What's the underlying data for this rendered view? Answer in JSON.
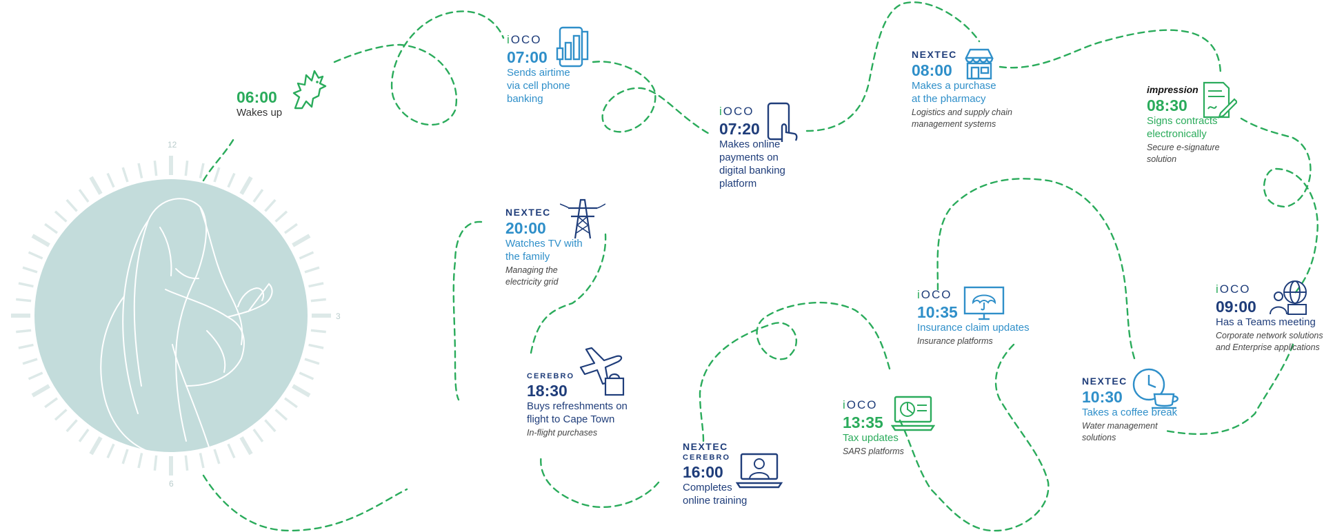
{
  "colors": {
    "path": "#2aab5b",
    "green": "#2aab5b",
    "light_blue": "#2f8fc9",
    "navy": "#1f3d7a",
    "clock_face": "#c3dcdb",
    "clock_ticks": "#dde9e8"
  },
  "clock": {
    "numbers": [
      "12",
      "3",
      "6"
    ]
  },
  "events": [
    {
      "id": "e0600",
      "time": "06:00",
      "activity": "Wakes up",
      "logo": "",
      "icon": "rooster-icon"
    },
    {
      "id": "e0700",
      "time": "07:00",
      "activity": "Sends airtime\nvia cell phone\nbanking",
      "logo": "iOCO",
      "icon": "phone-chart-icon"
    },
    {
      "id": "e0720",
      "time": "07:20",
      "activity": "Makes online\npayments on\ndigital banking\nplatform",
      "logo": "iOCO",
      "icon": "phone-touch-icon"
    },
    {
      "id": "e0800",
      "time": "08:00",
      "activity": "Makes a purchase\nat the pharmacy",
      "detail": "Logistics and supply chain\nmanagement systems",
      "logo": "NEXTEC",
      "icon": "storefront-icon"
    },
    {
      "id": "e0830",
      "time": "08:30",
      "activity": "Signs contracts\nelectronically",
      "detail": "Secure e-signature\nsolution",
      "logo": "impression",
      "icon": "contract-signature-icon"
    },
    {
      "id": "e0900",
      "time": "09:00",
      "activity": "Has a Teams meeting",
      "detail": "Corporate network solutions\nand Enterprise applications",
      "logo": "iOCO",
      "icon": "globe-meeting-icon"
    },
    {
      "id": "e1030",
      "time": "10:30",
      "activity": "Takes a coffee break",
      "detail": "Water management\nsolutions",
      "logo": "NEXTEC",
      "icon": "clock-coffee-icon"
    },
    {
      "id": "e1035",
      "time": "10:35",
      "activity": "Insurance claim updates",
      "detail": "Insurance platforms",
      "logo": "iOCO",
      "icon": "monitor-umbrella-icon"
    },
    {
      "id": "e1335",
      "time": "13:35",
      "activity": "Tax updates",
      "detail": "SARS platforms",
      "logo": "iOCO",
      "icon": "laptop-piechart-icon"
    },
    {
      "id": "e1600",
      "time": "16:00",
      "activity": "Completes\nonline training",
      "logo": "NEXTEC",
      "logo2": "CEREBRO",
      "icon": "laptop-person-icon"
    },
    {
      "id": "e1830",
      "time": "18:30",
      "activity": "Buys refreshments on\nflight to Cape Town",
      "detail": "In-flight purchases",
      "logo": "CEREBRO",
      "icon": "airplane-bag-icon"
    },
    {
      "id": "e2000",
      "time": "20:00",
      "activity": "Watches TV with\nthe family",
      "detail": "Managing the\nelectricity grid",
      "logo": "NEXTEC",
      "icon": "power-pylon-icon"
    }
  ]
}
